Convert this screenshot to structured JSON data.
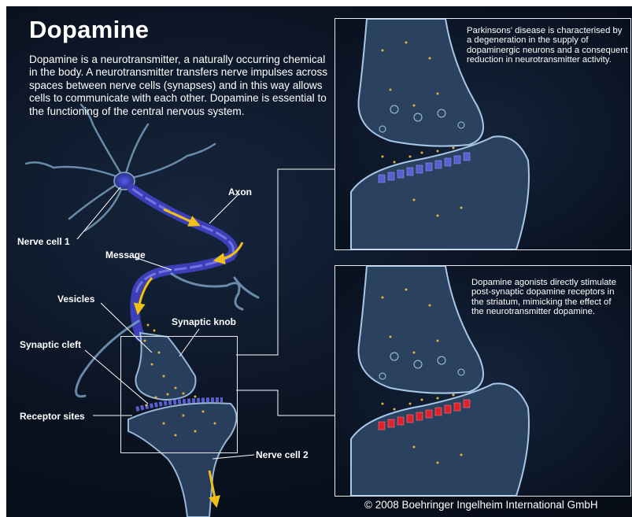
{
  "title": "Dopamine",
  "intro": "Dopamine is a neurotransmitter, a naturally occurring chemical in the body. A neurotransmitter transfers nerve impulses across spaces between nerve cells (synapses) and in this way allows cells to communicate with each other. Dopamine is essential to the functioning of the central nervous system.",
  "labels": {
    "axon": "Axon",
    "nerve_cell_1": "Nerve cell 1",
    "message": "Message",
    "vesicles": "Vesicles",
    "synaptic_knob": "Synaptic knob",
    "synaptic_cleft": "Synaptic cleft",
    "receptor_sites": "Receptor sites",
    "nerve_cell_2": "Nerve cell 2"
  },
  "panels": {
    "top_caption": "Parkinsons' disease is characterised by a degeneration in the supply of dopaminergic neurons and a consequent reduction in neurotransmitter activity.",
    "bottom_caption": "Dopamine agonists directly stimulate post-synaptic dopamine receptors in the striatum, mimicking the effect of the neurotransmitter dopamine."
  },
  "copyright": "© 2008 Boehringer Ingelheim International GmbH",
  "colors": {
    "background": "#0a1220",
    "cell": "#7fa6c8",
    "axon": "#3d3fb8",
    "receptor_normal": "#5a5fd0",
    "receptor_agonist": "#e0202a",
    "neurotransmitter": "#e3b43a",
    "arrow": "#f2c014"
  }
}
